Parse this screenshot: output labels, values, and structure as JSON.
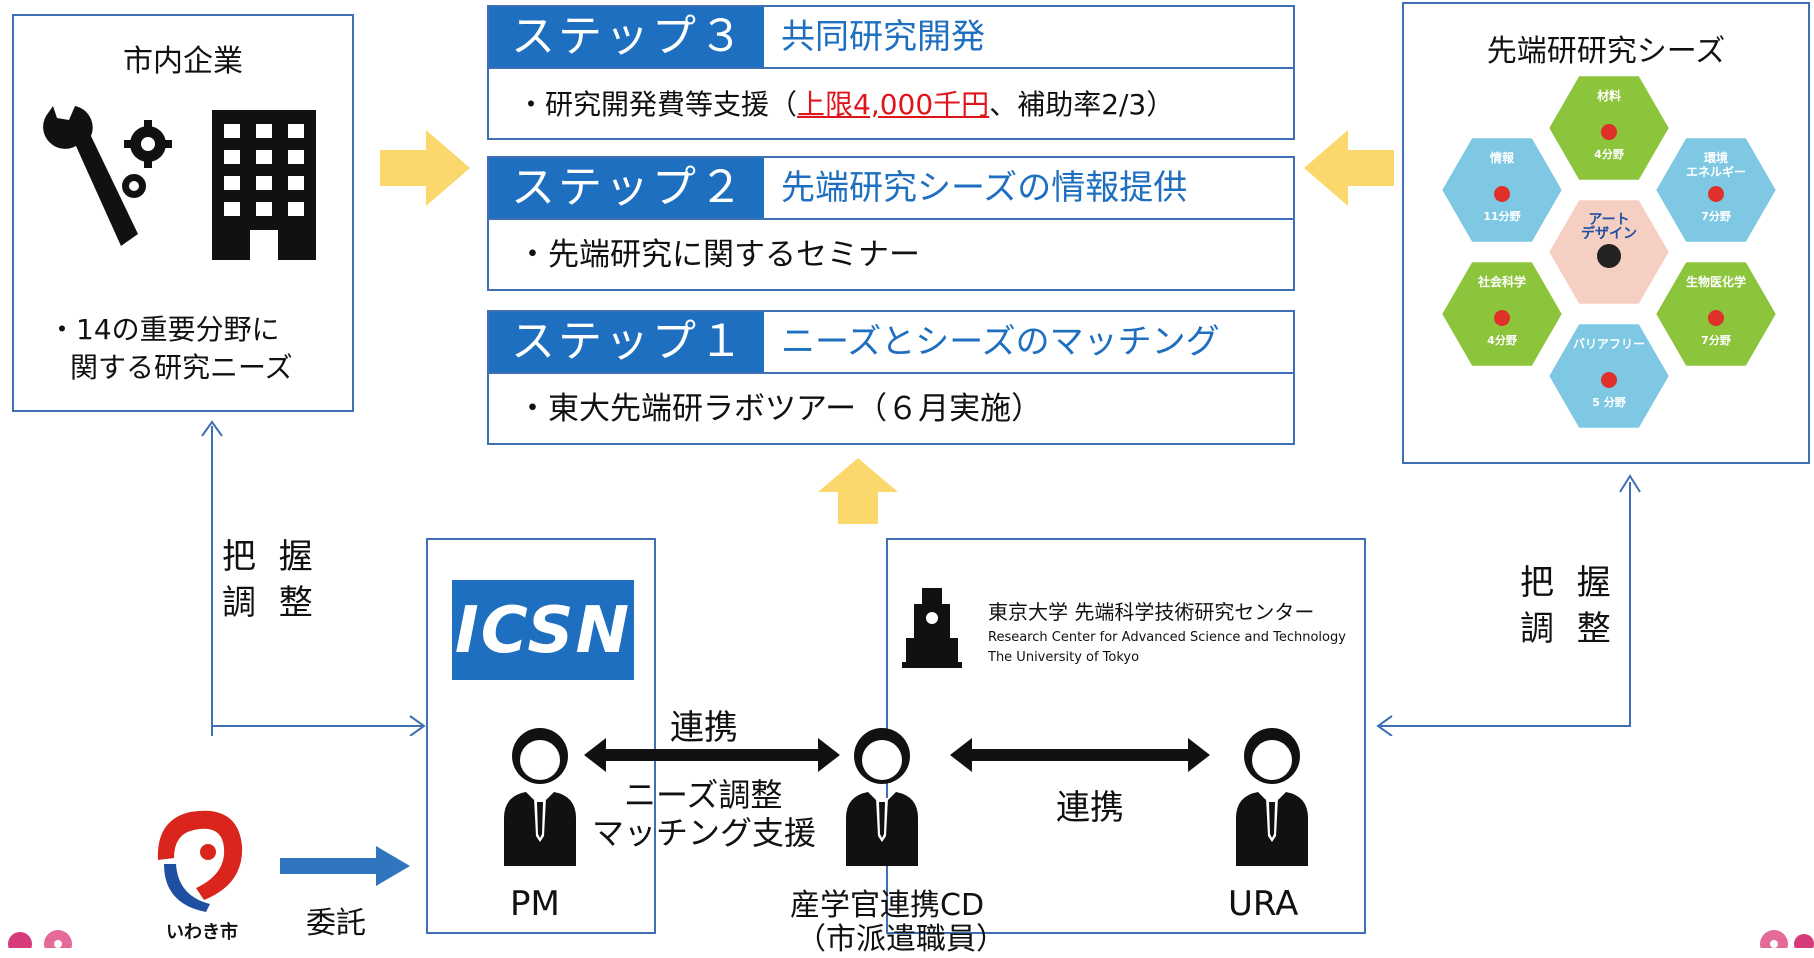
{
  "company": {
    "title": "市内企業",
    "bullet_line1": "・14の重要分野に",
    "bullet_line2": "関する研究ニーズ"
  },
  "steps": [
    {
      "tag": "ステップ３",
      "title": "共同研究開発",
      "body_pre": "・研究開発費等支援（",
      "body_highlight": "上限4,000千円",
      "body_post": "、補助率2/3）"
    },
    {
      "tag": "ステップ２",
      "title": "先端研究シーズの情報提供",
      "body": "・先端研究に関するセミナー"
    },
    {
      "tag": "ステップ１",
      "title": "ニーズとシーズのマッチング",
      "body": "・東大先端研ラボツアー（６月実施）"
    }
  ],
  "seeds": {
    "title": "先端研研究シーズ",
    "hexes": [
      {
        "label": "材料",
        "count": "4分野",
        "color": "#8cc43c"
      },
      {
        "label": "情報",
        "count": "11分野",
        "color": "#7ec8e3"
      },
      {
        "label": "環境\nエネルギー",
        "count": "7分野",
        "color": "#7ec8e3"
      },
      {
        "label": "アート\nデザイン",
        "count": "",
        "color": "#f6cfc3"
      },
      {
        "label": "社会科学",
        "count": "4分野",
        "color": "#8cc43c"
      },
      {
        "label": "生物医化学",
        "count": "7分野",
        "color": "#8cc43c"
      },
      {
        "label": "バリアフリー",
        "count": "5 分野",
        "color": "#7ec8e3"
      }
    ]
  },
  "left_side": {
    "line1": "把 握",
    "line2": "調 整"
  },
  "right_side": {
    "line1": "把 握",
    "line2": "調 整"
  },
  "icsn_logo": "ICSN",
  "rcast": {
    "name_jp": "東京大学 先端科学技術研究センター",
    "name_en1": "Research Center for Advanced Science and Technology",
    "name_en2": "The University of Tokyo"
  },
  "links": {
    "renkei_left": "連携",
    "needs1": "ニーズ調整",
    "needs2": "マッチング支援",
    "renkei_right": "連携"
  },
  "people": {
    "pm": "PM",
    "cd_line1": "産学官連携CD",
    "cd_line2": "（市派遣職員）",
    "ura": "URA"
  },
  "iwaki": {
    "logo_text": "いわき市",
    "consign": "委託"
  },
  "colors": {
    "step_blue": "#1e6fbf",
    "border_blue": "#3f6fb5",
    "arrow_yellow": "#fbd86b",
    "consign_arrow": "#2f75c0",
    "highlight_red": "#e0151b"
  }
}
